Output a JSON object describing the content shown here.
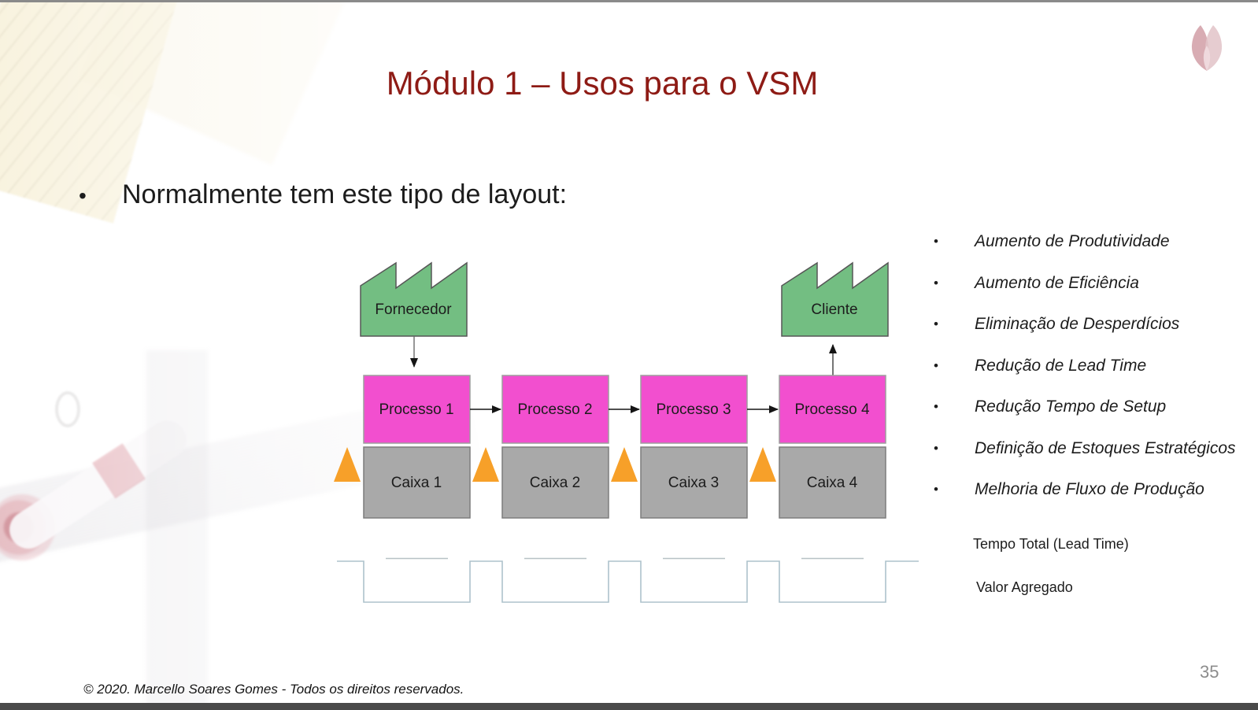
{
  "slide": {
    "title": "Módulo 1 – Usos para o VSM",
    "bullet_char": "•",
    "bullet_text": "Normalmente tem este tipo de layout:",
    "page_number": "35",
    "copyright": "© 2020. Marcello Soares Gomes - Todos os direitos reservados."
  },
  "diagram": {
    "supplier": "Fornecedor",
    "customer": "Cliente",
    "processes": [
      "Processo 1",
      "Processo 2",
      "Processo 3",
      "Processo 4"
    ],
    "inventories": [
      "Caixa 1",
      "Caixa 2",
      "Caixa 3",
      "Caixa 4"
    ],
    "lead_time_label": "Tempo Total (Lead Time)",
    "value_added_label": "Valor Agregado",
    "colors": {
      "factory_fill": "#73BE82",
      "process_fill": "#F24FCF",
      "inventory_fill": "#A9A9A9",
      "triangle_fill": "#F7A029",
      "timeline_stroke": "#ADC2CC",
      "timeline_stroke_light": "#B7C1C5"
    }
  },
  "benefits": [
    "Aumento de Produtividade",
    "Aumento de Eficiência",
    "Eliminação de Desperdícios",
    "Redução de Lead Time",
    "Redução Tempo de Setup",
    "Definição de Estoques Estratégicos",
    "Melhoria de Fluxo de Produção"
  ],
  "theme": {
    "title_color": "#8E1B15",
    "page_number_color": "#8C8C8C",
    "top_bar_color": "#8A8A8A",
    "bottom_bar_color": "#4A4A4A",
    "logo_petal_dark": "#D4A3AB",
    "logo_petal_light": "#E2C3C8"
  }
}
